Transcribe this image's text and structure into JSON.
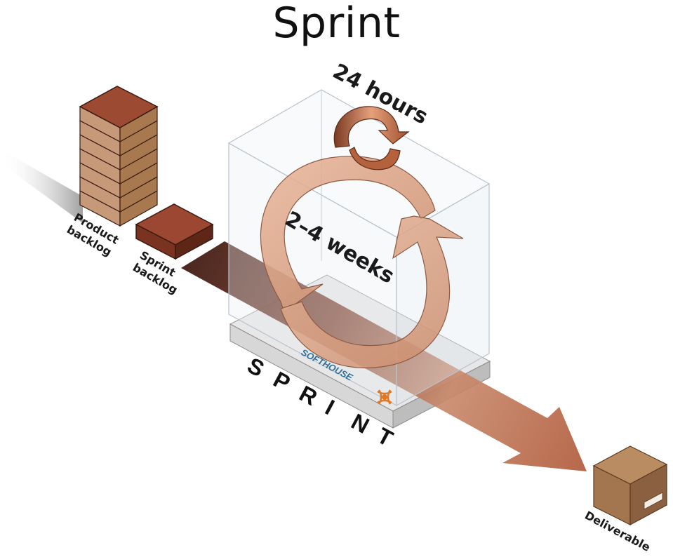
{
  "title": "Sprint",
  "labels": {
    "product_backlog_line1": "Product",
    "product_backlog_line2": "backlog",
    "sprint_backlog_line1": "Sprint",
    "sprint_backlog_line2": "backlog",
    "daily_cycle": "24 hours",
    "sprint_cycle": "2–4 weeks",
    "platform_letters": [
      "S",
      "P",
      "R",
      "I",
      "N",
      "T"
    ],
    "brand": "SOFTHOUSE",
    "deliverable": "Deliverable"
  },
  "colors": {
    "backlog_block": "#9a4a34",
    "cycle_arrow": "#d9a184",
    "flow_arrow_dark": "#4a1d12",
    "flow_arrow_light": "#e7b9a0",
    "box_edge": "#b9c3cc",
    "brand_blue": "#2f6f9a",
    "brand_orange": "#e07828",
    "deliverable_box": "#b78a5f"
  },
  "icons": {
    "brand_mark": "softhouse-logo-icon",
    "deliverable": "package-icon"
  }
}
